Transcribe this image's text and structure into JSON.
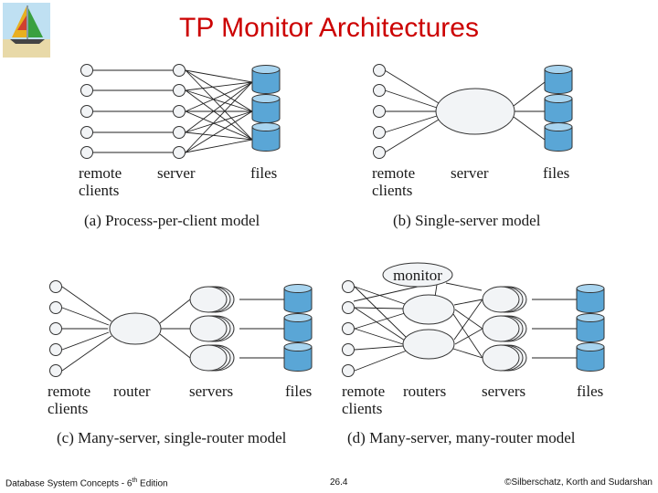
{
  "title": "TP Monitor Architectures",
  "panels": {
    "a": {
      "remote": "remote",
      "clients": "clients",
      "server": "server",
      "files": "files",
      "caption": "(a) Process-per-client model"
    },
    "b": {
      "remote": "remote",
      "clients": "clients",
      "server": "server",
      "files": "files",
      "caption": "(b) Single-server model"
    },
    "c": {
      "remote": "remote",
      "clients": "clients",
      "router": "router",
      "servers": "servers",
      "files": "files",
      "caption": "(c) Many-server, single-router model"
    },
    "d": {
      "monitor": "monitor",
      "remote": "remote",
      "clients": "clients",
      "routers": "routers",
      "servers": "servers",
      "files": "files",
      "caption": "(d) Many-server, many-router model"
    }
  },
  "footer": {
    "left_main": "Database System Concepts - 6",
    "left_sup": "th",
    "left_tail": " Edition",
    "center": "26.4",
    "right": "©Silberschatz, Korth and Sudarshan"
  },
  "colors": {
    "title": "#cc0000",
    "cylinder_fill": "#5aa6d6",
    "cylinder_top": "#a8d4ef",
    "circle_fill": "#f2f4f6"
  }
}
